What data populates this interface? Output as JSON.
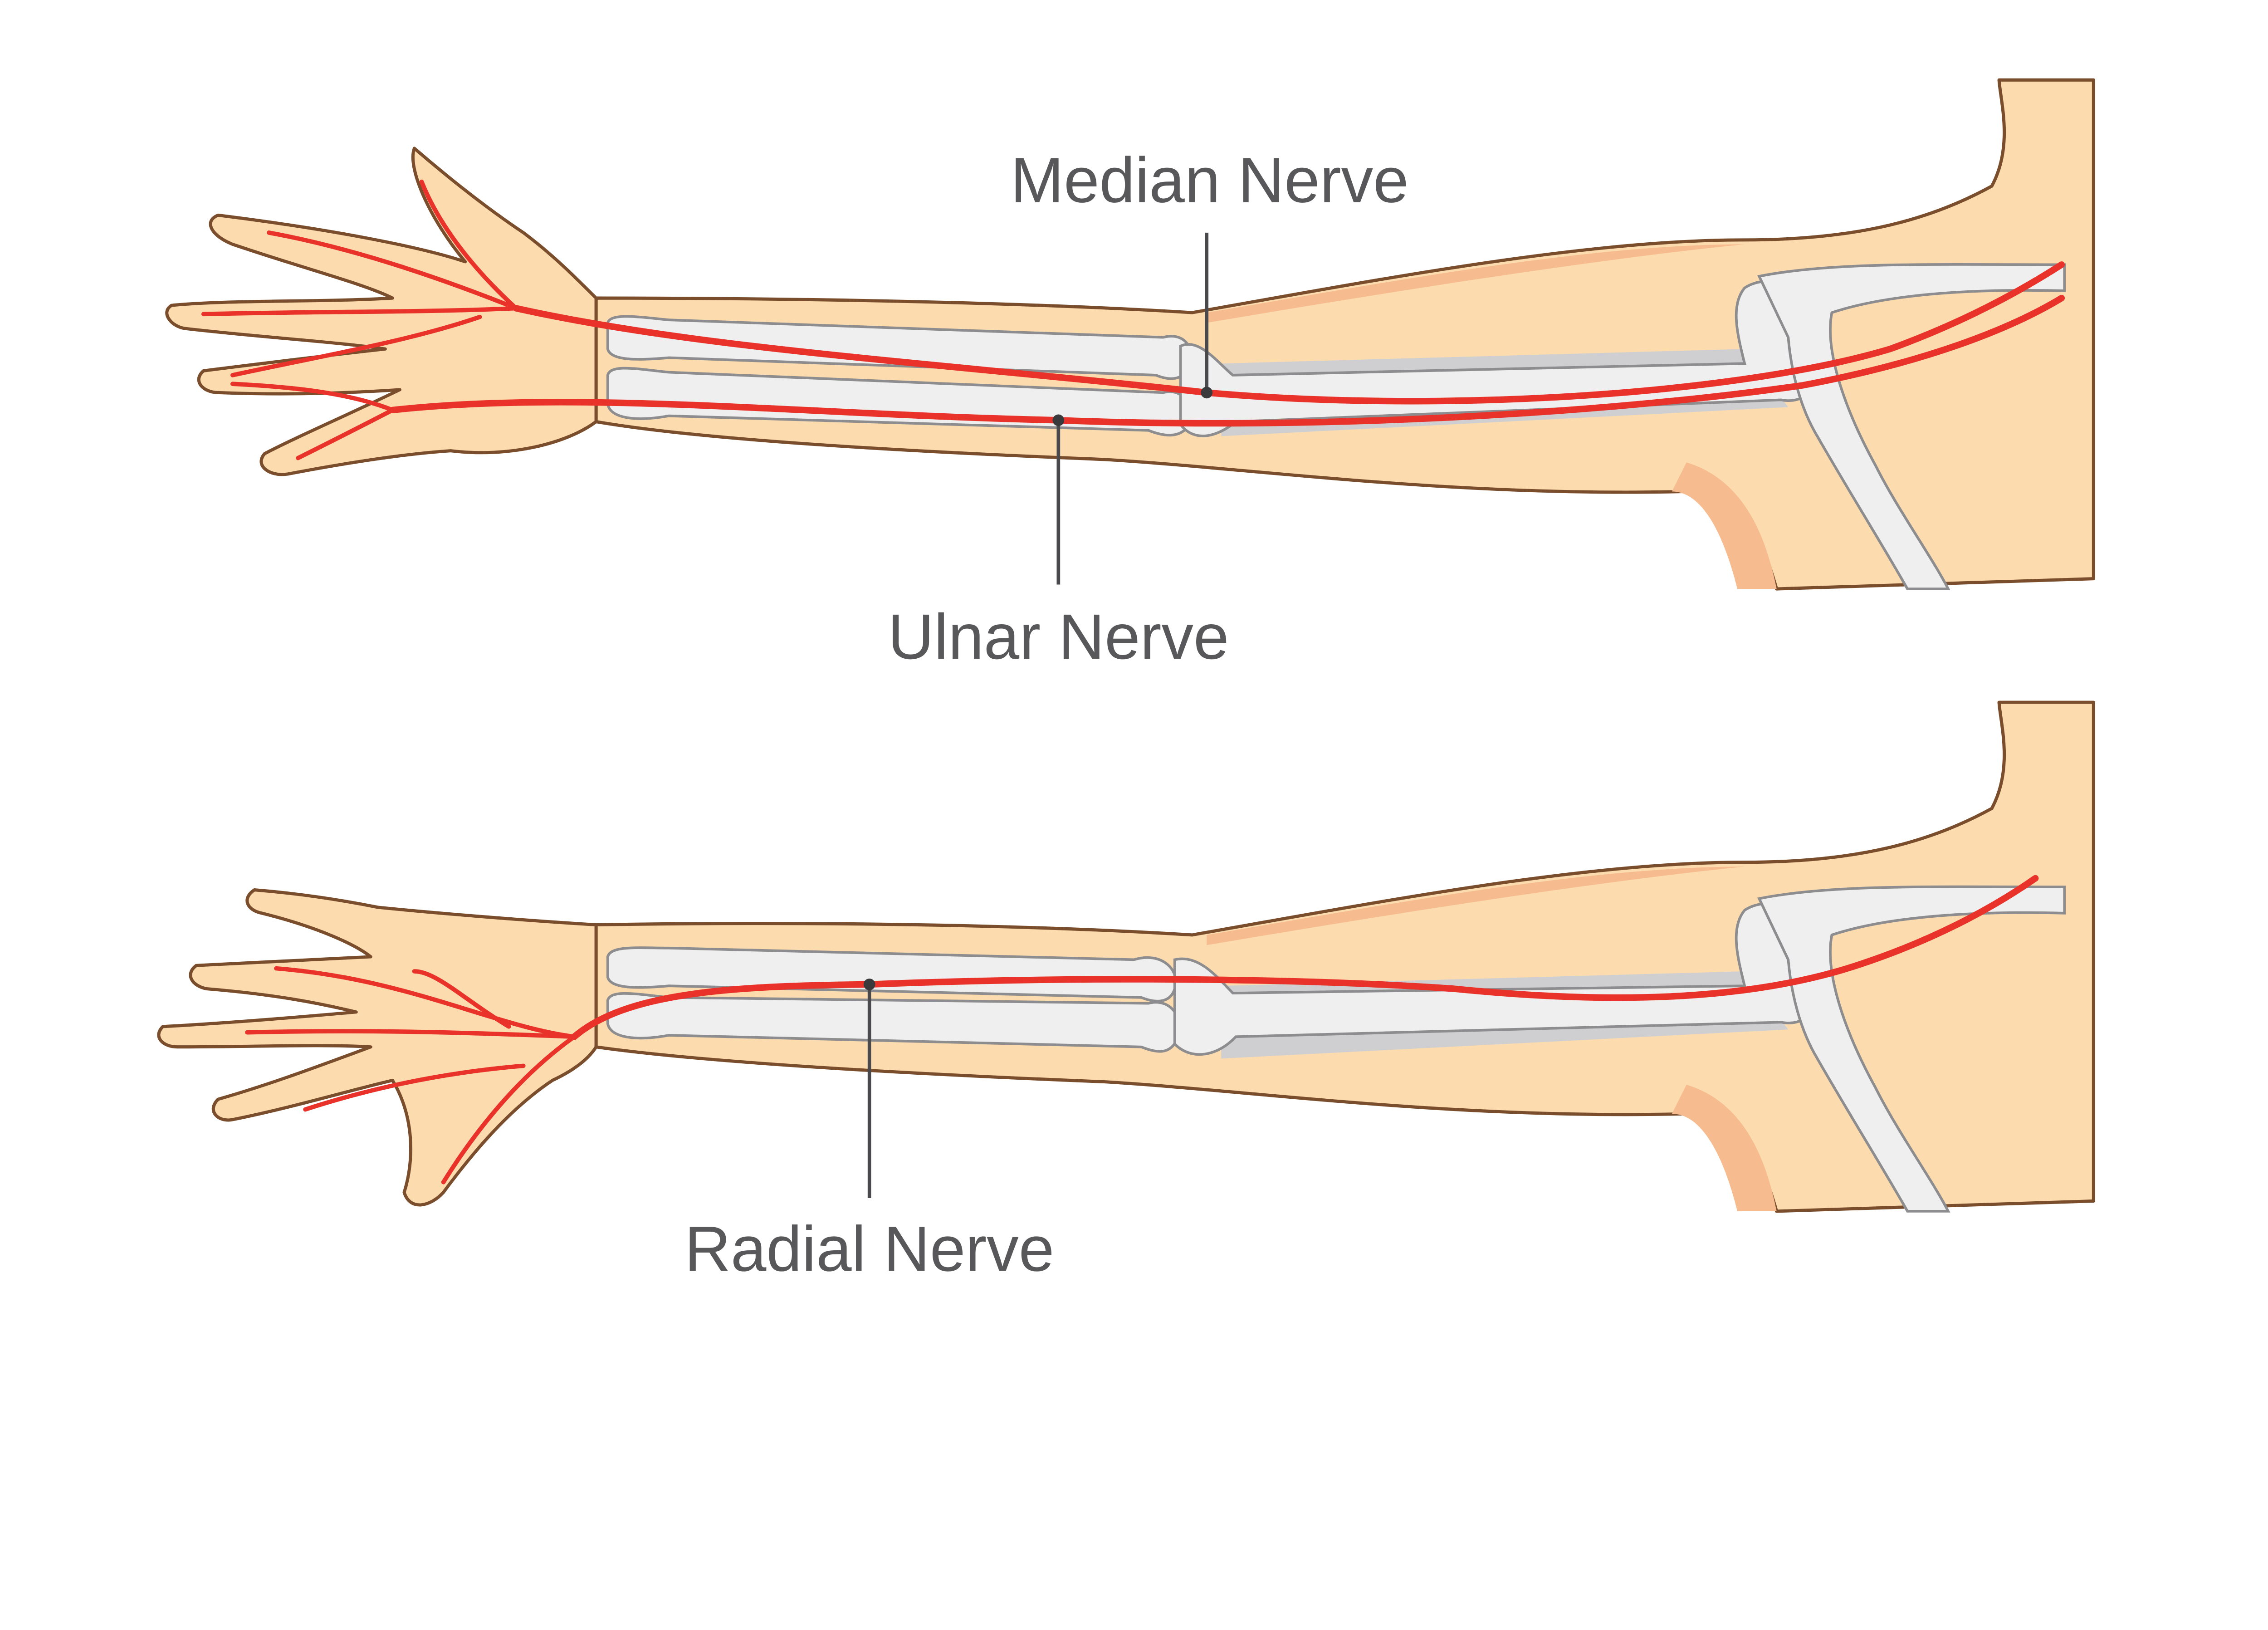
{
  "title": "Nerves of the arm",
  "labels": {
    "median": "Median Nerve",
    "ulnar": "Ulnar Nerve",
    "radial": "Radial Nerve"
  },
  "colors": {
    "nerve": "#e8322a",
    "skin": "#fcdcae",
    "skin_shade": "#f6bb8e",
    "bone": "#efefef",
    "text": "#58585a"
  }
}
